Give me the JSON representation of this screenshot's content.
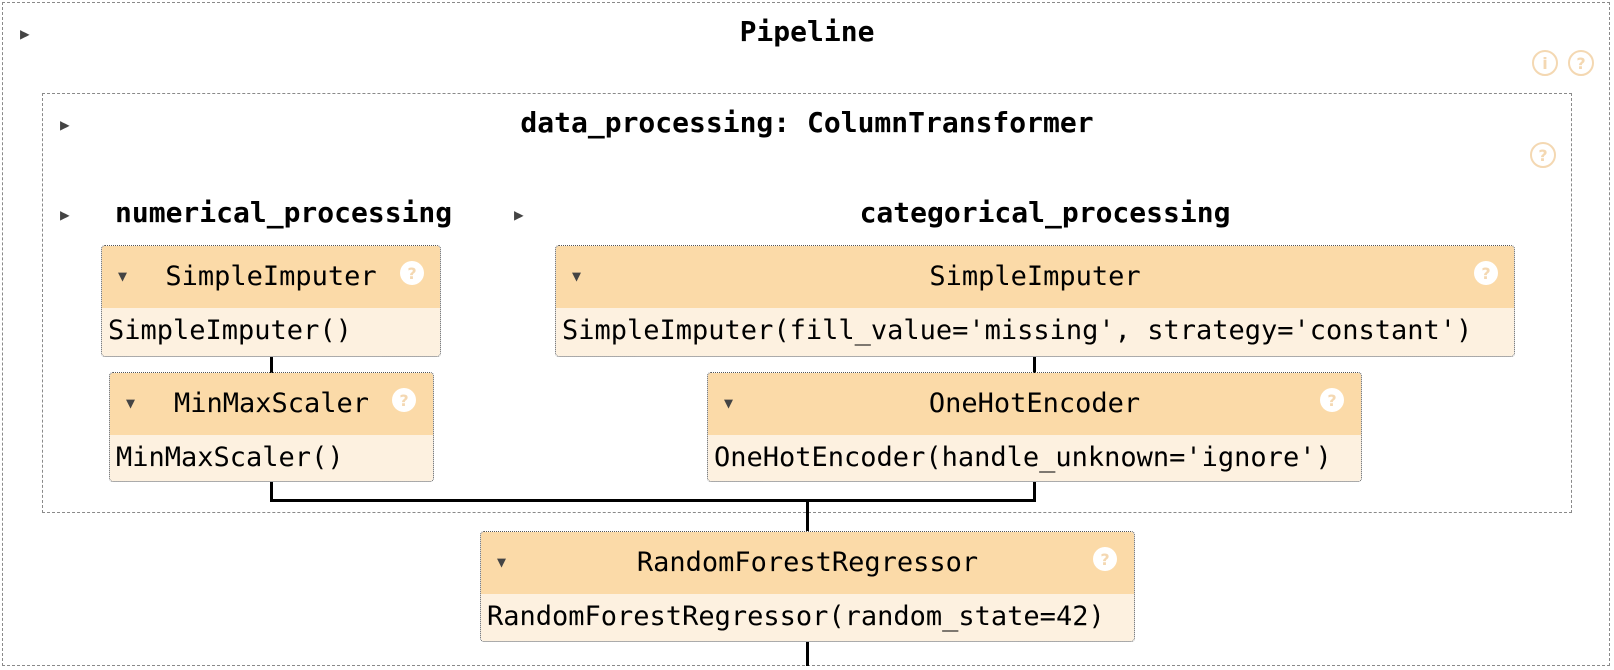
{
  "pipeline": {
    "title": "Pipeline",
    "icons": [
      "info-icon",
      "help-icon"
    ],
    "help_glyph": "?",
    "info_glyph": "i",
    "caret": "▶"
  },
  "column_transformer": {
    "title": "data_processing: ColumnTransformer",
    "caret": "▶",
    "help_glyph": "?"
  },
  "numerical_processing": {
    "title": "numerical_processing",
    "caret": "▶",
    "steps": [
      {
        "name": "SimpleImputer",
        "repr": "SimpleImputer()",
        "caret": "▼",
        "help_glyph": "?"
      },
      {
        "name": "MinMaxScaler",
        "repr": "MinMaxScaler()",
        "caret": "▼",
        "help_glyph": "?"
      }
    ]
  },
  "categorical_processing": {
    "title": "categorical_processing",
    "caret": "▶",
    "steps": [
      {
        "name": "SimpleImputer",
        "repr": "SimpleImputer(fill_value='missing', strategy='constant')",
        "caret": "▼",
        "help_glyph": "?"
      },
      {
        "name": "OneHotEncoder",
        "repr": "OneHotEncoder(handle_unknown='ignore')",
        "caret": "▼",
        "help_glyph": "?"
      }
    ]
  },
  "regressor": {
    "name": "RandomForestRegressor",
    "repr": "RandomForestRegressor(random_state=42)",
    "caret": "▼",
    "help_glyph": "?"
  },
  "colors": {
    "estimator_header": "#fbdaa8",
    "estimator_body": "#fdf1e0",
    "border": "#8a8a8a",
    "icon": "#f4d8b2"
  }
}
